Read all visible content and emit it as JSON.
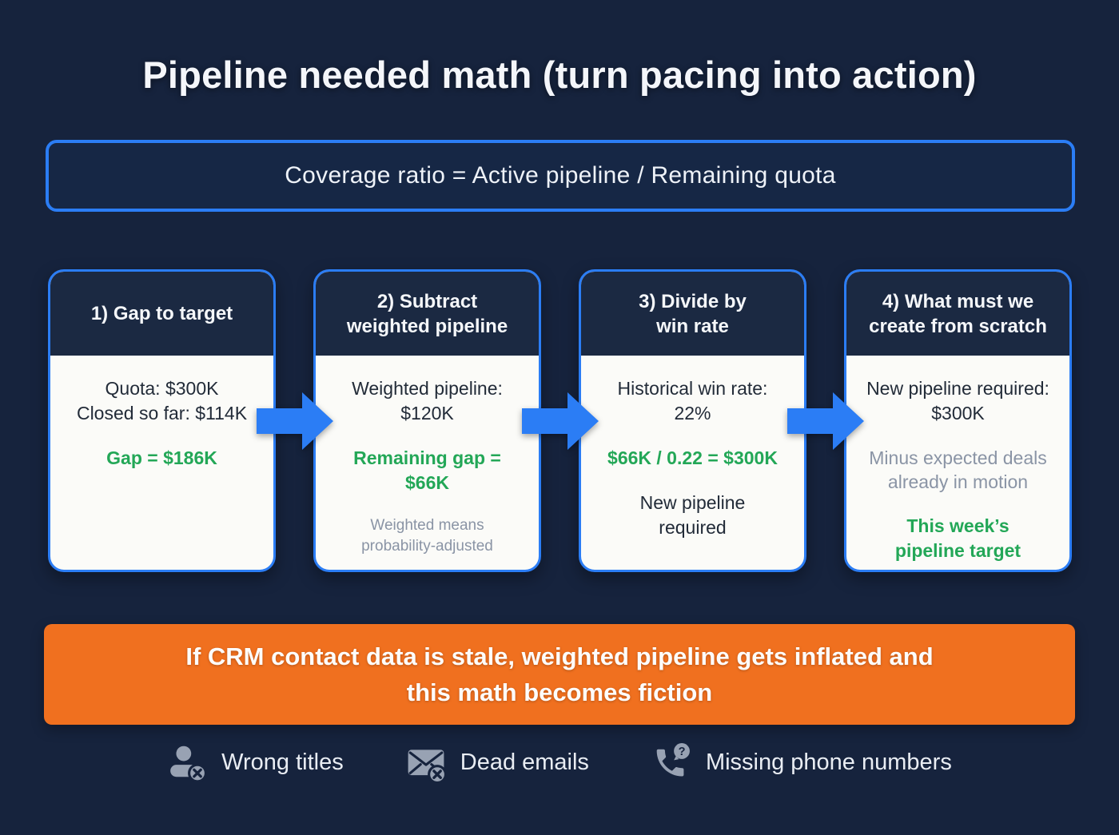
{
  "title": "Pipeline needed math (turn pacing into action)",
  "formula": {
    "text": "Coverage ratio = Active pipeline / Remaining quota"
  },
  "steps": [
    {
      "header_lines": [
        "1) Gap to target"
      ],
      "facts_lines": [
        "Quota: $300K",
        "Closed so far: $114K"
      ],
      "green_lines": [
        "Gap = $186K"
      ]
    },
    {
      "header_lines": [
        "2) Subtract",
        "weighted pipeline"
      ],
      "facts_lines": [
        "Weighted pipeline:",
        "$120K"
      ],
      "green_lines": [
        "Remaining gap =",
        "$66K"
      ],
      "note_lines": [
        "Weighted means",
        "probability-adjusted"
      ]
    },
    {
      "header_lines": [
        "3) Divide by",
        "win rate"
      ],
      "facts_lines": [
        "Historical win rate:",
        "22%"
      ],
      "green_lines": [
        "$66K / 0.22 = $300K"
      ],
      "extra_lines": [
        "New pipeline",
        "required"
      ]
    },
    {
      "header_lines": [
        "4) What must we",
        "create from scratch"
      ],
      "facts_lines": [
        "New pipeline required:",
        "$300K"
      ],
      "note_lines": [
        "Minus expected deals",
        "already in motion"
      ],
      "green_lines": [
        "This week’s",
        "pipeline target"
      ]
    }
  ],
  "warning_banner": {
    "text": "If CRM contact data is stale, weighted pipeline gets inflated and this math becomes fiction"
  },
  "footer_items": [
    {
      "icon": "person-x-icon",
      "label": "Wrong titles"
    },
    {
      "icon": "email-x-icon",
      "label": "Dead emails"
    },
    {
      "icon": "phone-question-icon",
      "label": "Missing phone numbers",
      "badge_glyph": "?"
    }
  ],
  "colors": {
    "background": "#16233d",
    "accent_blue": "#2b7df5",
    "green": "#23a757",
    "orange": "#f0701f",
    "card_header_navy": "#1b2942",
    "icon_gray": "#98a2b3"
  }
}
